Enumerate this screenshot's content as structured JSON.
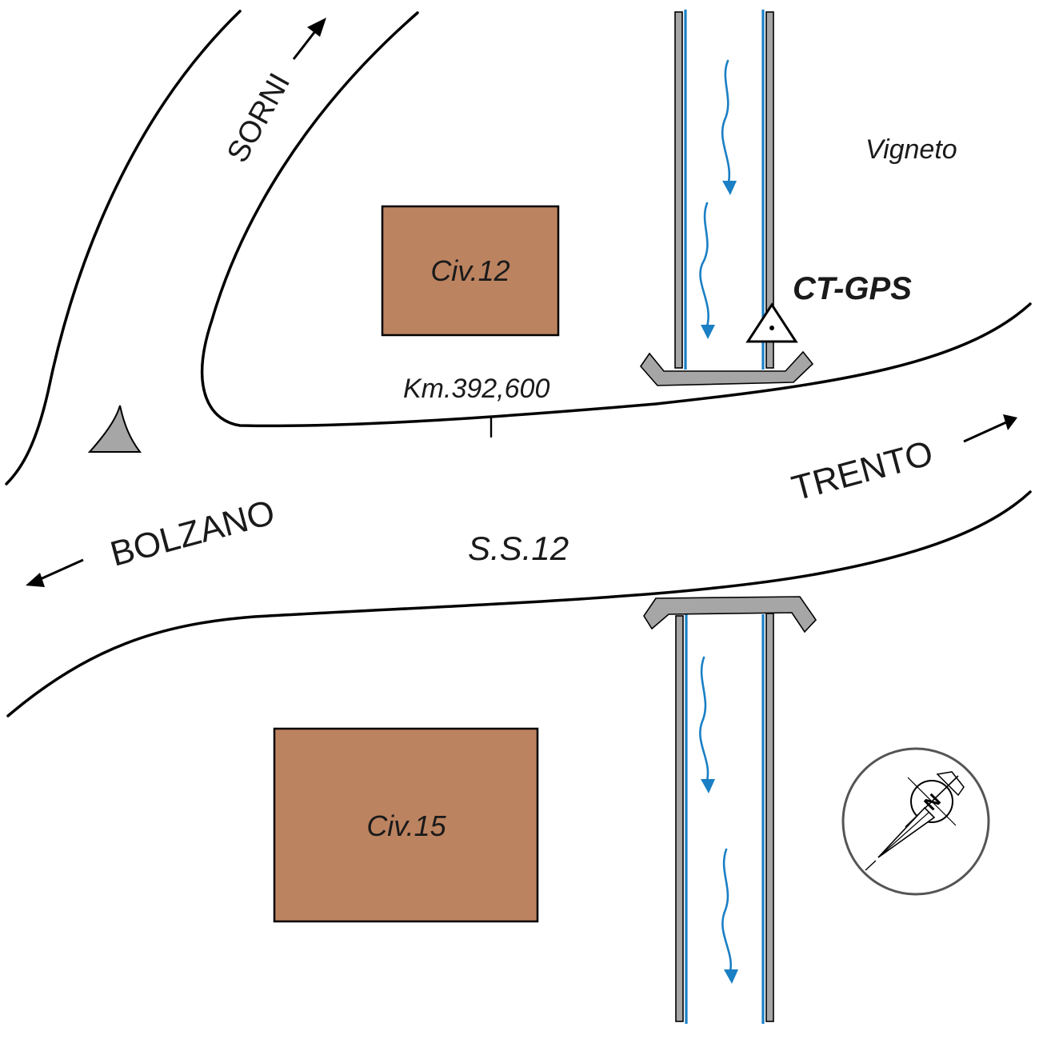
{
  "labels": {
    "sorni": "SORNI",
    "bolzano": "BOLZANO",
    "trento": "TRENTO",
    "road_name": "S.S.12",
    "km_marker": "Km.392,600",
    "station": "CT-GPS",
    "vigneto": "Vigneto",
    "building_1": "Civ.12",
    "building_2": "Civ.15",
    "north": "N"
  },
  "colors": {
    "building": "#bc8360",
    "water": "#1a7fc4",
    "wall": "#a6a6a6",
    "landmark": "#a6a6a6"
  },
  "icons": {
    "station": "survey-triangle-icon",
    "landmark": "triangle-marker-icon",
    "compass": "north-arrow-compass-icon"
  }
}
